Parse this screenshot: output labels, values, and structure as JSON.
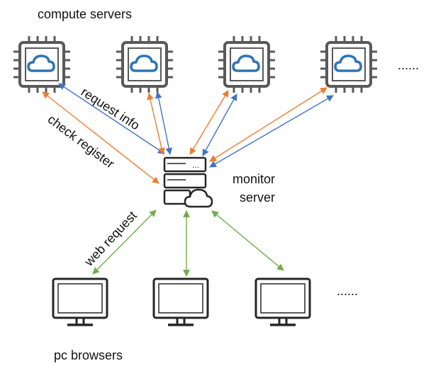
{
  "labels": {
    "compute_servers": "compute servers",
    "monitor_server_line1": "monitor",
    "monitor_server_line2": "server",
    "request_info": "request info",
    "check_register": "check register",
    "web_request": "web request",
    "pc_browsers": "pc browsers",
    "more_servers": "......",
    "more_browsers": "......",
    "server_dots": "..."
  },
  "colors": {
    "request_info_arrow": "#4472c4",
    "check_register_arrow": "#ed7d31",
    "web_request_arrow": "#70ad47",
    "cloud_icon": "#2e75b6",
    "chip_outline": "#595959",
    "outline": "#262626"
  },
  "nodes": {
    "compute_servers": [
      {
        "icon": "cpu-chip-cloud-icon"
      },
      {
        "icon": "cpu-chip-cloud-icon"
      },
      {
        "icon": "cpu-chip-cloud-icon"
      },
      {
        "icon": "cpu-chip-cloud-icon"
      }
    ],
    "monitor_server": {
      "icon": "server-stack-cloud-icon"
    },
    "pc_browsers": [
      {
        "icon": "monitor-icon"
      },
      {
        "icon": "monitor-icon"
      },
      {
        "icon": "monitor-icon"
      }
    ]
  }
}
